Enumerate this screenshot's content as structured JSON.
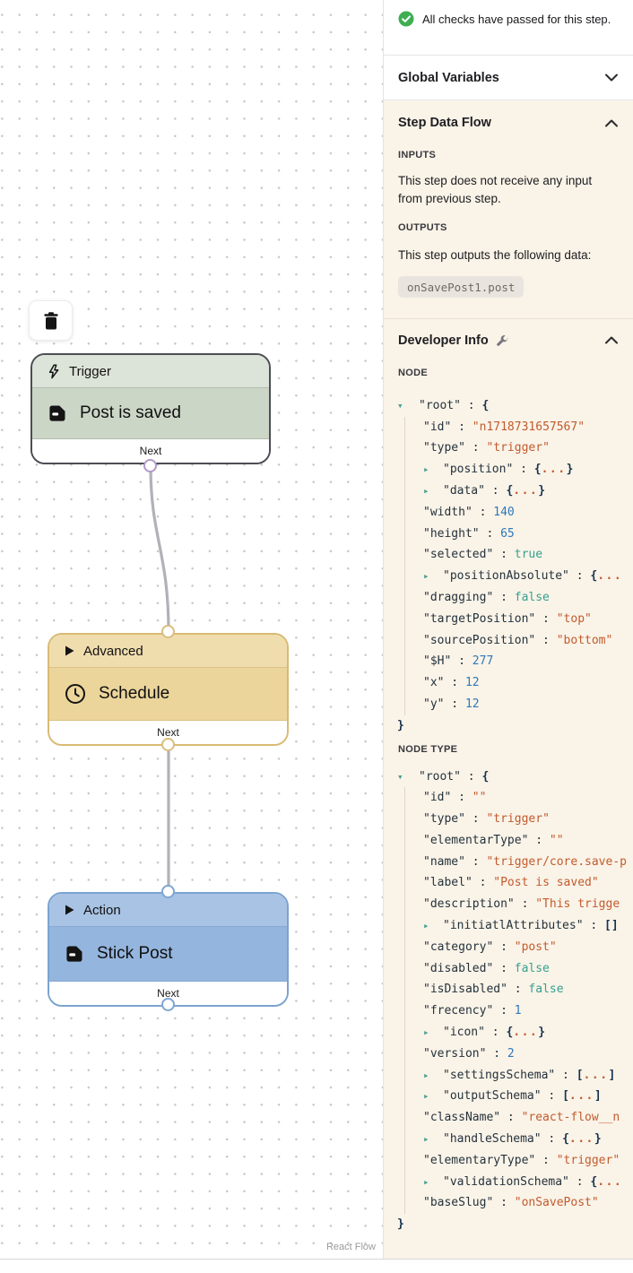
{
  "colors": {
    "check_green": "#3fae52",
    "edge_gray": "#b1b1b7",
    "selected_node_border": "#4d4d55",
    "selected_handle_purple": "#b29ac8",
    "cream_background": "#faf3e8",
    "json_string": "#c15b2d",
    "json_number": "#2d79b8",
    "json_boolean": "#35a08e"
  },
  "canvas": {
    "attribution": "React Flow",
    "nodes": [
      {
        "type_label": "Trigger",
        "title": "Post is saved",
        "footer_label": "Next",
        "header_icon": "lightning-icon",
        "title_icon": "post-icon",
        "colors": {
          "header": "#dce3d8",
          "body": "#ccd6c7",
          "border": "#4d4d55",
          "divider": "#b3bcae",
          "handle": "#b29ac8"
        }
      },
      {
        "type_label": "Advanced",
        "title": "Schedule",
        "footer_label": "Next",
        "header_icon": "triangle-right-icon",
        "title_icon": "clock-icon",
        "colors": {
          "header": "#f0ddae",
          "body": "#ecd59b",
          "border": "#d9ba74",
          "divider": "#dcc184",
          "handle": "#dabd80"
        }
      },
      {
        "type_label": "Action",
        "title": "Stick Post",
        "footer_label": "Next",
        "header_icon": "triangle-right-icon",
        "title_icon": "post-icon",
        "colors": {
          "header": "#a8c3e4",
          "body": "#94b5dd",
          "border": "#7ba3d0",
          "divider": "#86a9d4",
          "handle": "#7ea6d2"
        }
      }
    ]
  },
  "panel": {
    "checks_message": "All checks have passed for this step.",
    "global_variables": {
      "label": "Global Variables"
    },
    "step_data_flow": {
      "label": "Step Data Flow",
      "inputs_label": "INPUTS",
      "inputs_text": "This step does not receive any input from previous step.",
      "outputs_label": "OUTPUTS",
      "outputs_text": "This step outputs the following data:",
      "output_chip": "onSavePost1.post"
    },
    "developer_info": {
      "label": "Developer Info",
      "node_label": "NODE",
      "node_type_label": "NODE TYPE",
      "node_rows": [
        {
          "i": 0,
          "a": "d",
          "k": "\"root\"",
          "v": "{",
          "t": "open"
        },
        {
          "i": 1,
          "k": "\"id\"",
          "v": "\"n1718731657567\"",
          "t": "str"
        },
        {
          "i": 1,
          "k": "\"type\"",
          "v": "\"trigger\"",
          "t": "str"
        },
        {
          "i": 1,
          "a": "r",
          "k": "\"position\"",
          "t": "cobj"
        },
        {
          "i": 1,
          "a": "r",
          "k": "\"data\"",
          "t": "cobj"
        },
        {
          "i": 1,
          "k": "\"width\"",
          "v": "140",
          "t": "num"
        },
        {
          "i": 1,
          "k": "\"height\"",
          "v": "65",
          "t": "num"
        },
        {
          "i": 1,
          "k": "\"selected\"",
          "v": "true",
          "t": "bool"
        },
        {
          "i": 1,
          "a": "r",
          "k": "\"positionAbsolute\"",
          "t": "cobjo"
        },
        {
          "i": 1,
          "k": "\"dragging\"",
          "v": "false",
          "t": "bool"
        },
        {
          "i": 1,
          "k": "\"targetPosition\"",
          "v": "\"top\"",
          "t": "str"
        },
        {
          "i": 1,
          "k": "\"sourcePosition\"",
          "v": "\"bottom\"",
          "t": "str"
        },
        {
          "i": 1,
          "k": "\"$H\"",
          "v": "277",
          "t": "num"
        },
        {
          "i": 1,
          "k": "\"x\"",
          "v": "12",
          "t": "num"
        },
        {
          "i": 1,
          "k": "\"y\"",
          "v": "12",
          "t": "num"
        },
        {
          "i": 0,
          "v": "}",
          "t": "close"
        }
      ],
      "node_type_rows": [
        {
          "i": 0,
          "a": "d",
          "k": "\"root\"",
          "v": "{",
          "t": "open"
        },
        {
          "i": 1,
          "k": "\"id\"",
          "v": "\"\"",
          "t": "str"
        },
        {
          "i": 1,
          "k": "\"type\"",
          "v": "\"trigger\"",
          "t": "str"
        },
        {
          "i": 1,
          "k": "\"elementarType\"",
          "v": "\"\"",
          "t": "str"
        },
        {
          "i": 1,
          "k": "\"name\"",
          "v": "\"trigger/core.save-p",
          "t": "str"
        },
        {
          "i": 1,
          "k": "\"label\"",
          "v": "\"Post is saved\"",
          "t": "str"
        },
        {
          "i": 1,
          "k": "\"description\"",
          "v": "\"This trigge",
          "t": "str"
        },
        {
          "i": 1,
          "a": "r",
          "k": "\"initiatlAttributes\"",
          "v": "[]",
          "t": "open"
        },
        {
          "i": 1,
          "k": "\"category\"",
          "v": "\"post\"",
          "t": "str"
        },
        {
          "i": 1,
          "k": "\"disabled\"",
          "v": "false",
          "t": "bool"
        },
        {
          "i": 1,
          "k": "\"isDisabled\"",
          "v": "false",
          "t": "bool"
        },
        {
          "i": 1,
          "k": "\"frecency\"",
          "v": "1",
          "t": "num"
        },
        {
          "i": 1,
          "a": "r",
          "k": "\"icon\"",
          "t": "cobj"
        },
        {
          "i": 1,
          "k": "\"version\"",
          "v": "2",
          "t": "num"
        },
        {
          "i": 1,
          "a": "r",
          "k": "\"settingsSchema\"",
          "t": "carr"
        },
        {
          "i": 1,
          "a": "r",
          "k": "\"outputSchema\"",
          "t": "carr"
        },
        {
          "i": 1,
          "k": "\"className\"",
          "v": "\"react-flow__n",
          "t": "str"
        },
        {
          "i": 1,
          "a": "r",
          "k": "\"handleSchema\"",
          "t": "cobj"
        },
        {
          "i": 1,
          "k": "\"elementaryType\"",
          "v": "\"trigger\"",
          "t": "str"
        },
        {
          "i": 1,
          "a": "r",
          "k": "\"validationSchema\"",
          "t": "cobjo"
        },
        {
          "i": 1,
          "k": "\"baseSlug\"",
          "v": "\"onSavePost\"",
          "t": "str"
        },
        {
          "i": 0,
          "v": "}",
          "t": "close"
        }
      ]
    }
  }
}
